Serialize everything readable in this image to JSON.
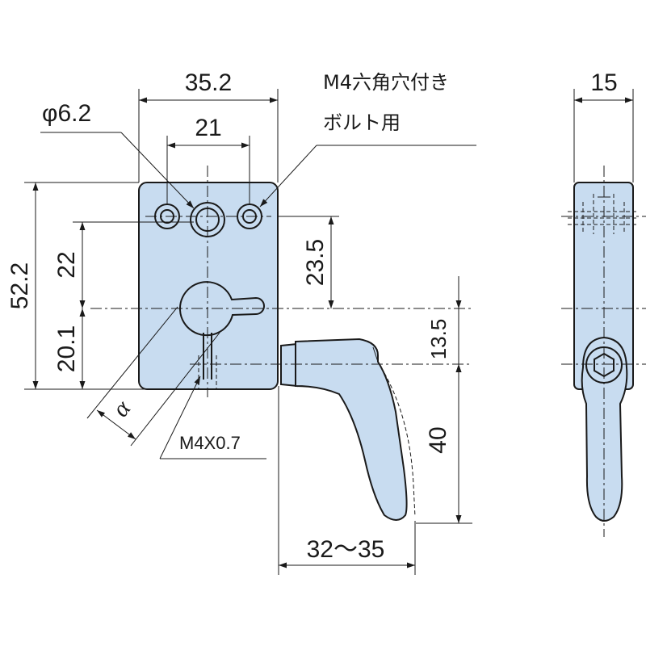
{
  "front_view": {
    "width_overall": "35.2",
    "hole_pitch": "21",
    "center_bore_dia": "φ6.2",
    "bolt_note_line1": "M4六角穴付き",
    "bolt_note_line2": "ボルト用",
    "height_overall": "52.2",
    "upper_height": "22",
    "lower_height": "20.1",
    "hole_to_center": "23.5",
    "shaft_offset": "13.5",
    "lever_length": "40",
    "lever_reach": "32～35",
    "thread_spec": "M4X0.7",
    "angle_symbol": "α"
  },
  "side_view": {
    "thickness": "15"
  },
  "colors": {
    "part_fill": "#c8dcf0",
    "line": "#1a1a1a"
  }
}
